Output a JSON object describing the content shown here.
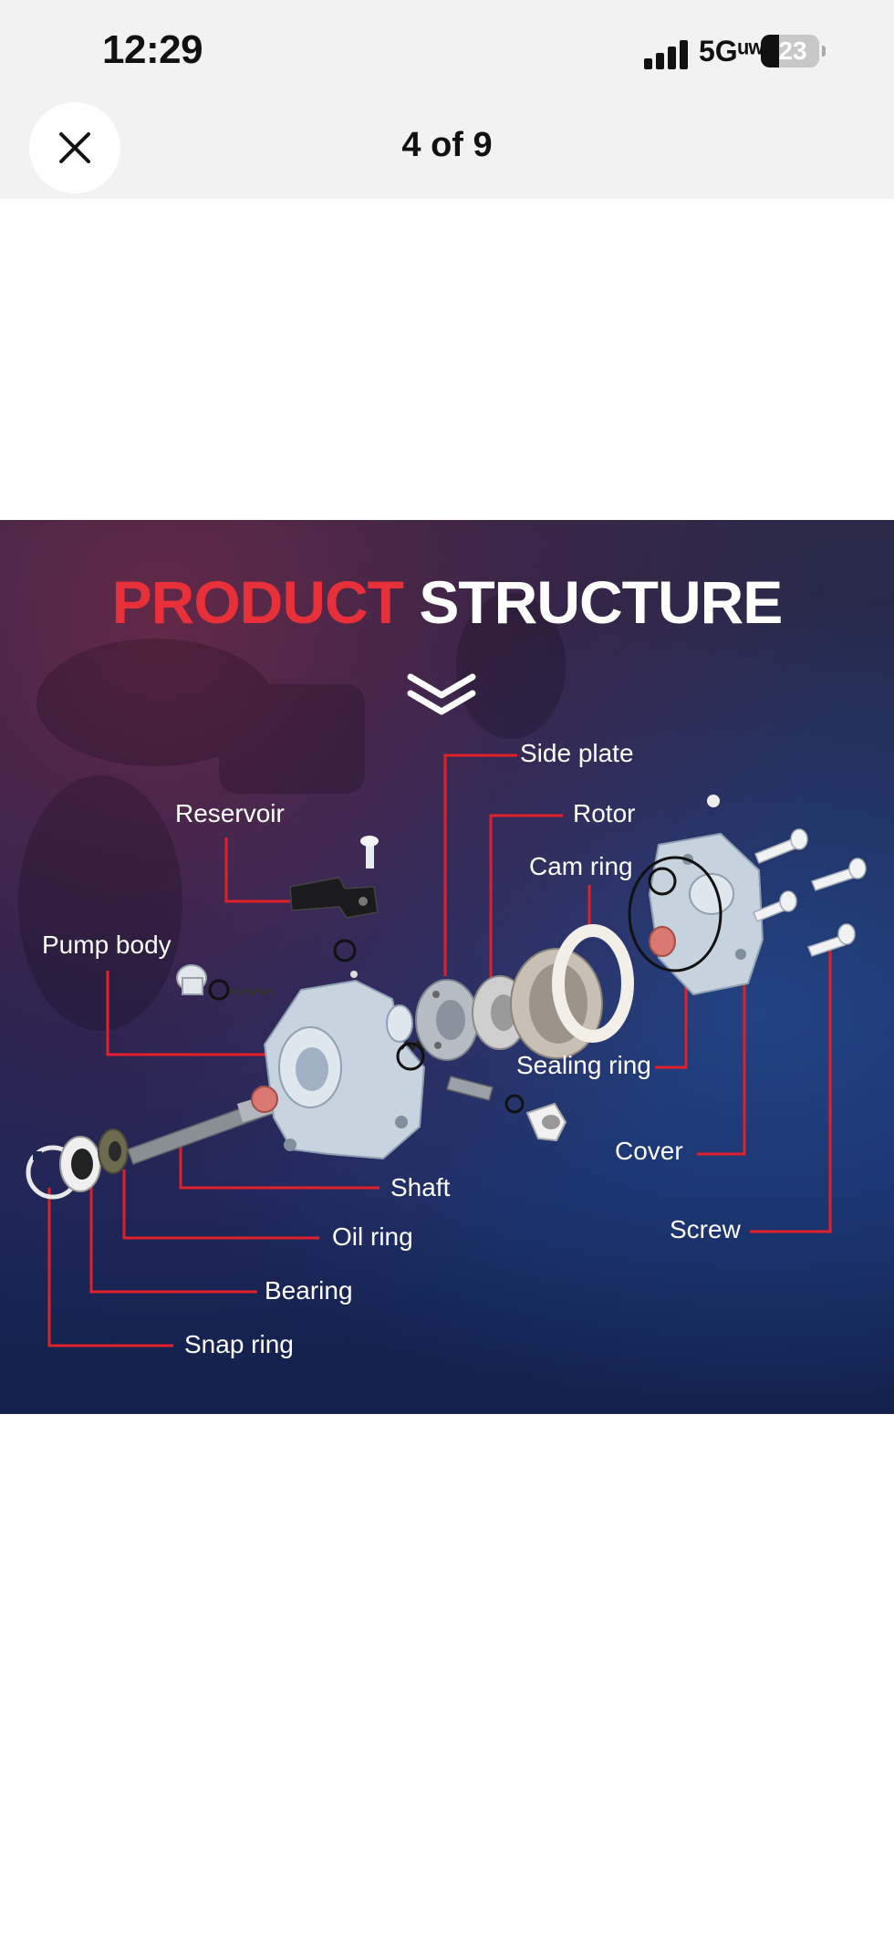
{
  "status_bar": {
    "time": "12:29",
    "network": "5Gᵘʷ",
    "battery": "23"
  },
  "header": {
    "close_icon": "close-icon",
    "counter": "4 of 9"
  },
  "product_image": {
    "title_accent": "PRODUCT",
    "title_rest": "STRUCTURE",
    "accent_color": "#e8303a",
    "labels": {
      "side_plate": "Side plate",
      "reservoir": "Reservoir",
      "rotor": "Rotor",
      "cam_ring": "Cam ring",
      "pump_body": "Pump body",
      "sealing_ring": "Sealing ring",
      "cover": "Cover",
      "shaft": "Shaft",
      "screw": "Screw",
      "oil_ring": "Oil ring",
      "bearing": "Bearing",
      "snap_ring": "Snap ring"
    }
  }
}
